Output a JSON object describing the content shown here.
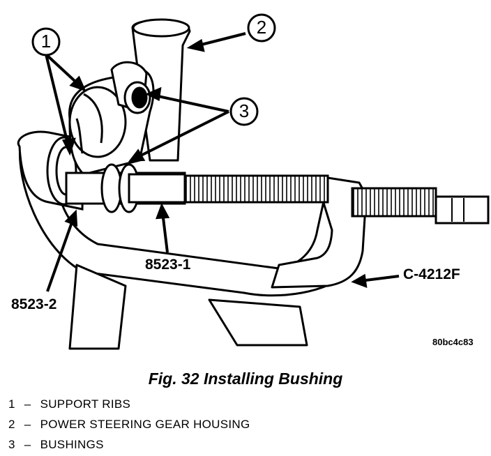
{
  "callouts": {
    "c1": "1",
    "c2": "2",
    "c3": "3"
  },
  "tools": {
    "t1": "8523-1",
    "t2": "8523-2",
    "t3": "C-4212F"
  },
  "image_code": "80bc4c83",
  "caption": "Fig. 32 Installing Bushing",
  "legend": [
    {
      "num": "1",
      "dash": "–",
      "text": "SUPPORT RIBS"
    },
    {
      "num": "2",
      "dash": "–",
      "text": "POWER STEERING GEAR HOUSING"
    },
    {
      "num": "3",
      "dash": "–",
      "text": "BUSHINGS"
    }
  ]
}
